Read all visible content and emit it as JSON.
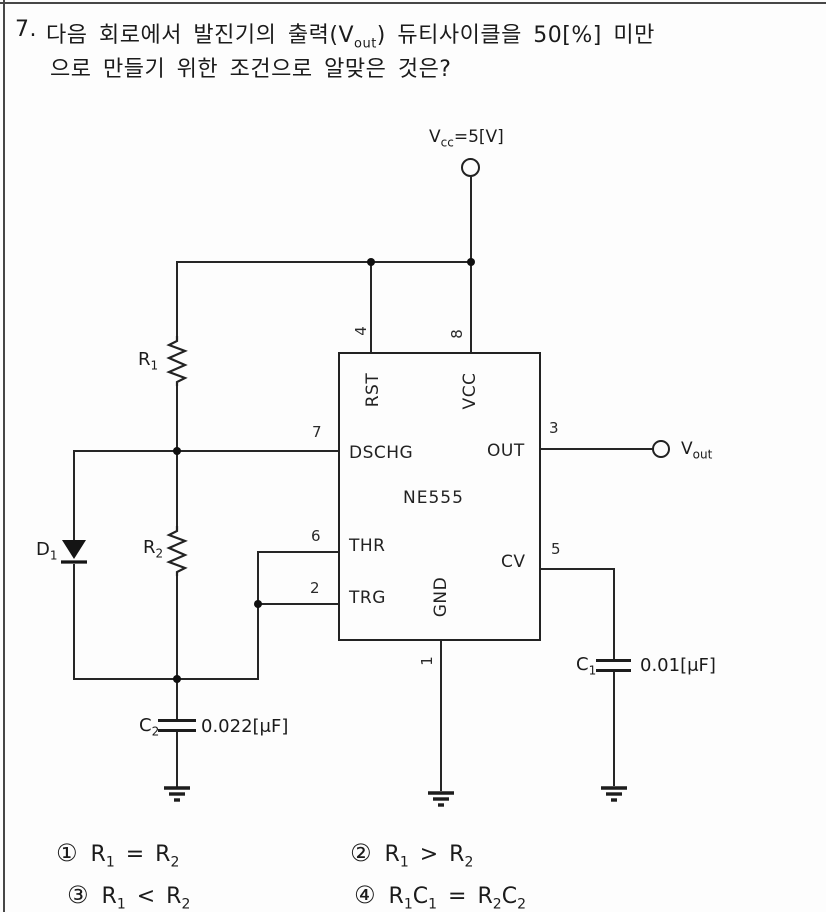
{
  "question": {
    "number": "7.",
    "line1_pre": "다음 회로에서 발진기의 출력(V",
    "line1_sub": "out",
    "line1_post": ") 듀티사이클을 50[%] 미만",
    "line2": "으로 만들기 위한 조건으로 알맞은 것은?"
  },
  "circuit": {
    "supply": {
      "base": "V",
      "sub": "cc",
      "rest": "=5[V]"
    },
    "output": {
      "base": "V",
      "sub": "out"
    },
    "chip": {
      "name": "NE555",
      "pins": {
        "rst": {
          "num": "4",
          "label": "RST"
        },
        "vcc": {
          "num": "8",
          "label": "VCC"
        },
        "dschg": {
          "num": "7",
          "label": "DSCHG"
        },
        "out": {
          "num": "3",
          "label": "OUT"
        },
        "thr": {
          "num": "6",
          "label": "THR"
        },
        "trg": {
          "num": "2",
          "label": "TRG"
        },
        "cv": {
          "num": "5",
          "label": "CV"
        },
        "gnd": {
          "num": "1",
          "label": "GND"
        }
      }
    },
    "components": {
      "r1": {
        "base": "R",
        "sub": "1"
      },
      "r2": {
        "base": "R",
        "sub": "2"
      },
      "d1": {
        "base": "D",
        "sub": "1"
      },
      "c1": {
        "base": "C",
        "sub": "1",
        "value": "0.01[μF]"
      },
      "c2": {
        "base": "C",
        "sub": "2",
        "value": "0.022[μF]"
      }
    }
  },
  "options": [
    {
      "num": "①",
      "a_base": "R",
      "a_sub": "1",
      "op": "=",
      "b_base": "R",
      "b_sub": "2"
    },
    {
      "num": "②",
      "a_base": "R",
      "a_sub": "1",
      "op": ">",
      "b_base": "R",
      "b_sub": "2"
    },
    {
      "num": "③",
      "a_base": "R",
      "a_sub": "1",
      "op": "<",
      "b_base": "R",
      "b_sub": "2"
    },
    {
      "num": "④",
      "a_base": "R",
      "a_sub": "1",
      "a2_base": "C",
      "a2_sub": "1",
      "op": "=",
      "b_base": "R",
      "b_sub": "2",
      "b2_base": "C",
      "b2_sub": "2"
    }
  ]
}
